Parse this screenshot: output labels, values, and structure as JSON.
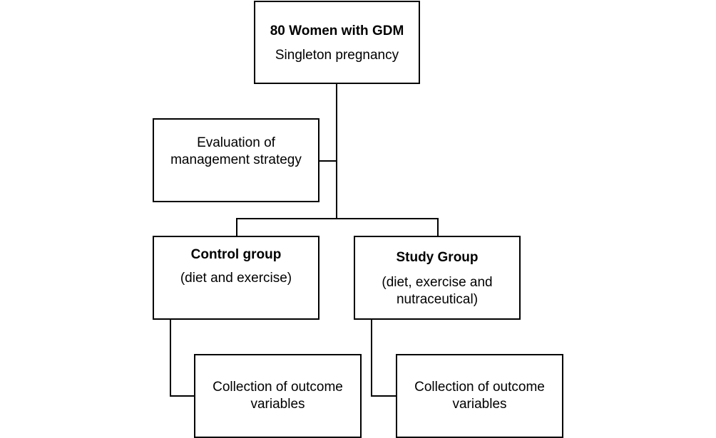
{
  "diagram": {
    "top_box": {
      "title": "80 Women with GDM",
      "subtitle": "Singleton pregnancy"
    },
    "evaluation_box": {
      "line1": "Evaluation of",
      "line2": "management strategy"
    },
    "control_box": {
      "title": "Control group",
      "description": "(diet and exercise)"
    },
    "study_box": {
      "title": "Study Group",
      "description_line1": "(diet, exercise and",
      "description_line2": "nutraceutical)"
    },
    "outcome_left_box": {
      "line1": "Collection of outcome",
      "line2": "variables"
    },
    "outcome_right_box": {
      "line1": "Collection of outcome",
      "line2": "variables"
    }
  }
}
